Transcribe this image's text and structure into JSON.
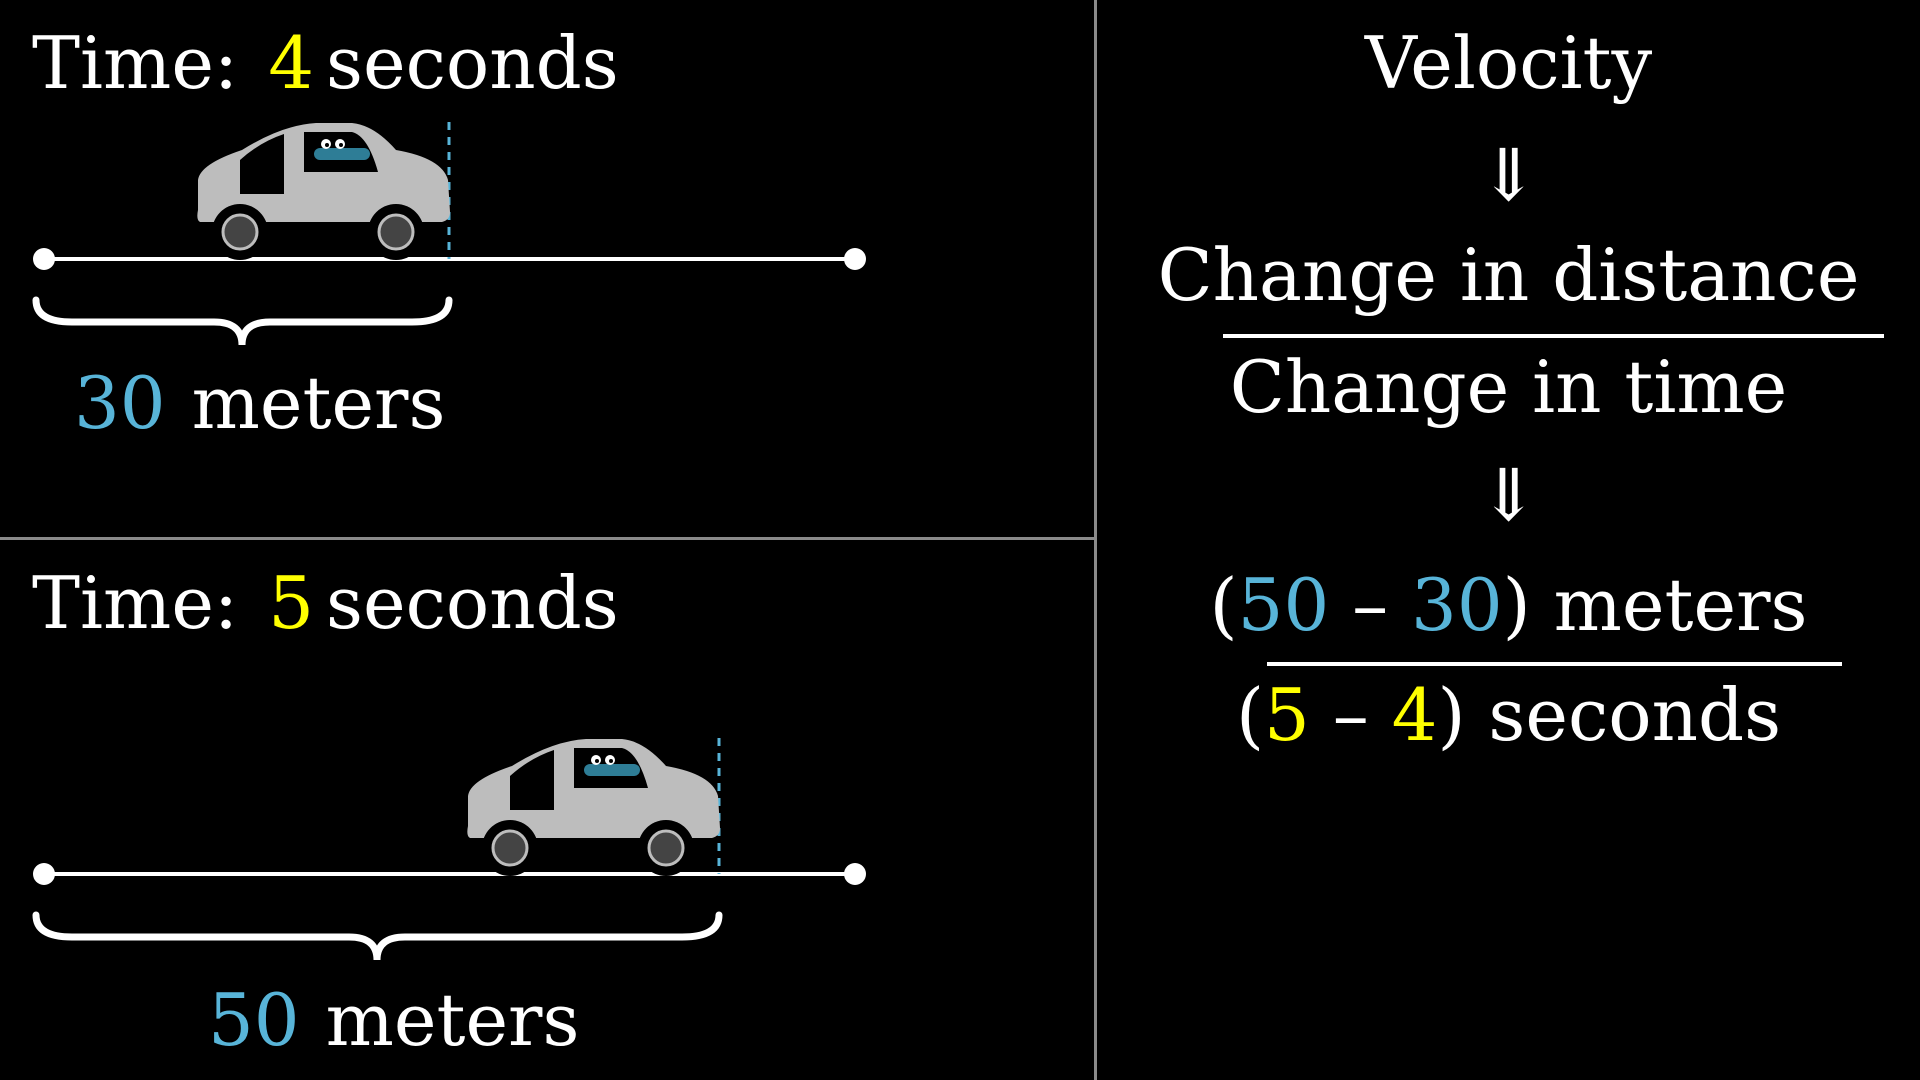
{
  "colors": {
    "background": "#000000",
    "text": "#ffffff",
    "distance": "#58b4d8",
    "time": "#ffff00",
    "car": "#bdbdbd",
    "divider": "#8a8a8a"
  },
  "panels": [
    {
      "time_label": "Time:",
      "time_value": "4",
      "time_unit": "seconds",
      "distance_value": "30",
      "distance_unit": "meters",
      "car_position_fraction": 0.5,
      "car_icon": "car-icon"
    },
    {
      "time_label": "Time:",
      "time_value": "5",
      "time_unit": "seconds",
      "distance_value": "50",
      "distance_unit": "meters",
      "car_position_fraction": 0.833,
      "car_icon": "car-icon"
    }
  ],
  "formula": {
    "title": "Velocity",
    "arrow": "⇓",
    "numerator_words": "Change in distance",
    "denominator_words": "Change in time",
    "num": {
      "open": "(",
      "a": "50",
      "minus": "–",
      "b": "30",
      "close": ")",
      "unit": "meters"
    },
    "den": {
      "open": "(",
      "a": "5",
      "minus": "–",
      "b": "4",
      "close": ")",
      "unit": "seconds"
    }
  }
}
